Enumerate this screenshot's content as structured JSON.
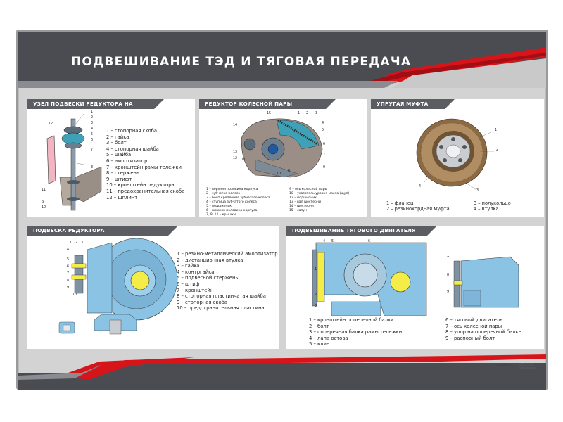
{
  "title": "ПОДВЕШИВАНИЕ ТЭД И ТЯГОВАЯ ПЕРЕДАЧА",
  "colors": {
    "dark": "#4a4c52",
    "red": "#d8141b",
    "panel_head": "#5b5d63",
    "part_blue": "#7fb5d8"
  },
  "panels": [
    {
      "heading": "УЗЕЛ ПОДВЕСКИ РЕДУКТОРА НА ЭЛЕКТРОПОЕЗДЕ",
      "callouts": [
        "1",
        "2",
        "3",
        "4",
        "5",
        "6",
        "7",
        "8",
        "9",
        "10",
        "11",
        "12"
      ],
      "legend": [
        "1 – стопорная скоба",
        "2 – гайка",
        "3 – болт",
        "4 – стопорная шайба",
        "5 – шайба",
        "6 – амортизатор",
        "7 – кронштейн рамы тележки",
        "8 – стержень",
        "9 – штифт",
        "10 – кронштейн редуктора",
        "11 – предохранительная скоба",
        "12 – шплинт"
      ]
    },
    {
      "heading": "РЕДУКТОР КОЛЕСНОЙ ПАРЫ ЭЛЕКТРОПОЕЗДА",
      "callouts": [
        "1",
        "2",
        "3",
        "4",
        "5",
        "6",
        "7",
        "8",
        "9",
        "10",
        "11",
        "12",
        "13",
        "14",
        "15"
      ],
      "legend_left": [
        "1 – верхняя половина корпуса",
        "2 – зубчатое колесо",
        "3 – болт крепления зубчатого колеса",
        "4 – ступица зубчатого колеса",
        "5 – подшипник",
        "6 – нижняя половина корпуса",
        "7, 8, 11 – крышки"
      ],
      "legend_right": [
        "9 – ось колесной пары",
        "10 – указатель уровня масла (щуп)",
        "12 – подшипник",
        "13 – вал шестерни",
        "14 – шестерня",
        "15 – сапун"
      ]
    },
    {
      "heading": "УПРУГАЯ МУФТА",
      "callouts": [
        "1",
        "2",
        "3",
        "4"
      ],
      "legend_left": [
        "1 – фланец",
        "2 – резинокордная муфта"
      ],
      "legend_right": [
        "3 – полукольцо",
        "4 – втулка"
      ]
    },
    {
      "heading": "ПОДВЕСКА РЕДУКТОРА",
      "callouts": [
        "1",
        "2",
        "3",
        "4",
        "5",
        "6",
        "7",
        "8",
        "9",
        "10"
      ],
      "legend": [
        "1 – резино-металлический амортизатор",
        "2 – дистанционная втулка",
        "3 – гайка",
        "4 – контргайка",
        "5 – подвесной стержень",
        "6 – штифт",
        "7 – кронштейн",
        "8 – стопорная пластинчатая шайба",
        "9 – стопорная скоба",
        "10 – предохранительная пластина"
      ]
    },
    {
      "heading": "ПОДВЕШИВАНИЕ ТЯГОВОГО ДВИГАТЕЛЯ",
      "callouts": [
        "1",
        "2",
        "3",
        "4",
        "5",
        "6",
        "7",
        "8",
        "9"
      ],
      "legend_left": [
        "1 – кронштейн поперечной балки",
        "2 – болт",
        "3 – поперечная балка рамы тележки",
        "4 – лапа остова",
        "5 – клин"
      ],
      "legend_right": [
        "6 – тяговый двигатель",
        "7 – ось колесной пары",
        "8 – упор на поперечной балке",
        "9 – распорный болт"
      ]
    }
  ],
  "logo": "SANNITZA",
  "logo_sub": [
    "SANNITZA.COM",
    "ООО «Санница»",
    "8 (495) 999-99-99"
  ]
}
